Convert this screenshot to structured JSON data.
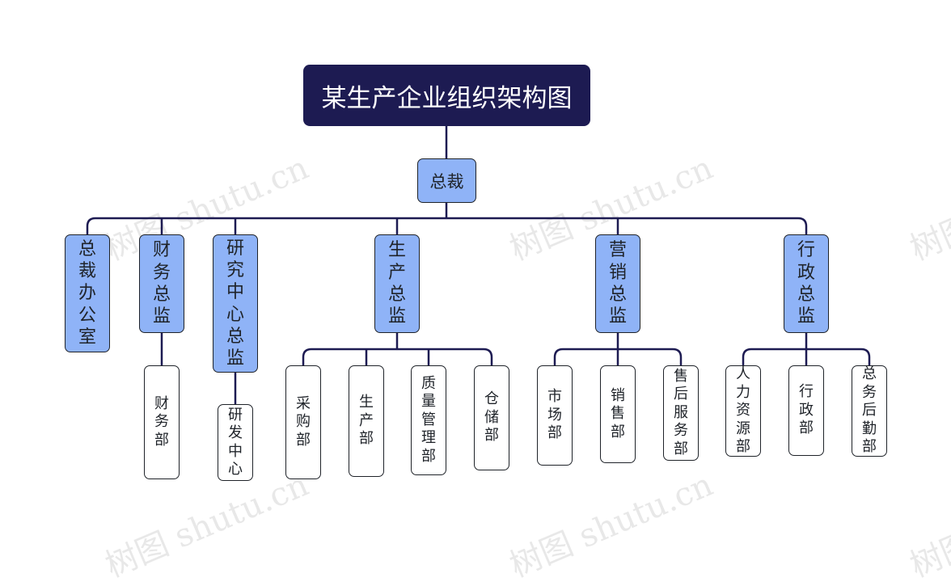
{
  "root": "某生产企业组织架构图",
  "ceo": "总裁",
  "directors": [
    {
      "label": "总裁办公室",
      "departments": []
    },
    {
      "label": "财务总监",
      "departments": [
        "财务部"
      ]
    },
    {
      "label": "研究中心总监",
      "departments": [
        "研发中心"
      ]
    },
    {
      "label": "生产总监",
      "departments": [
        "采购部",
        "生产部",
        "质量管理部",
        "仓储部"
      ]
    },
    {
      "label": "营销总监",
      "departments": [
        "市场部",
        "销售部",
        "售后服务部"
      ]
    },
    {
      "label": "行政总监",
      "departments": [
        "人力资源部",
        "行政部",
        "总务后勤部"
      ]
    }
  ],
  "watermark": "树图 shutu.cn",
  "colors": {
    "root": "#1d1b52",
    "director": "#8fb3f7",
    "line": "#1d1b52"
  }
}
